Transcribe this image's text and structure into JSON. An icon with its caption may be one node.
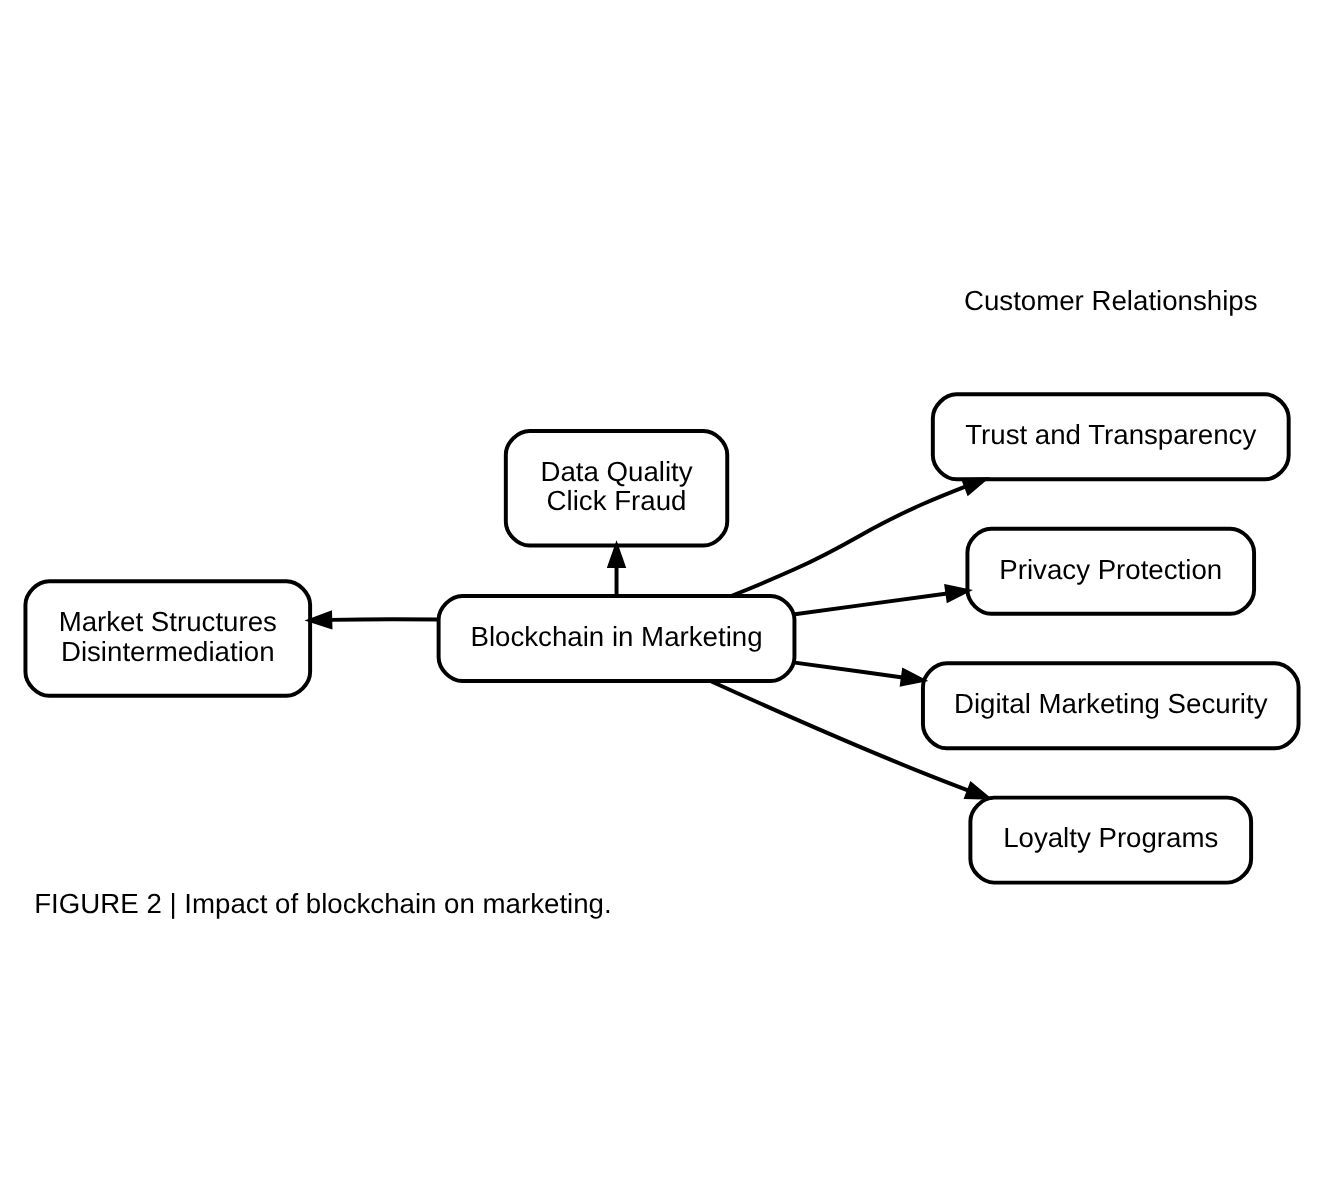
{
  "diagram": {
    "caption": "FIGURE 2 | Impact of blockchain on marketing.",
    "nodes": [
      {
        "text": [
          "Data Quality",
          "Click Fraud"
        ]
      },
      {
        "text": [
          "Market Structures",
          "Disintermediation"
        ]
      },
      {
        "text": [
          "Blockchain in Marketing"
        ]
      },
      {
        "text": [
          "Trust and Transparency"
        ]
      },
      {
        "text": [
          "Privacy Protection"
        ]
      },
      {
        "text": [
          "Digital Marketing Security"
        ]
      },
      {
        "text": [
          "Loyalty Programs"
        ]
      }
    ],
    "edges": [
      {
        "from": 2,
        "to": 0,
        "arrow": "to"
      },
      {
        "from": 2,
        "to": 1,
        "arrow": "to"
      },
      {
        "from": 2,
        "to": 3,
        "arrow": "to"
      },
      {
        "from": 2,
        "to": 4,
        "arrow": "to"
      },
      {
        "from": 2,
        "to": 5,
        "arrow": "to"
      },
      {
        "from": 2,
        "to": 6,
        "arrow": "to"
      }
    ],
    "labels": [
      "Customer Relationships"
    ]
  }
}
